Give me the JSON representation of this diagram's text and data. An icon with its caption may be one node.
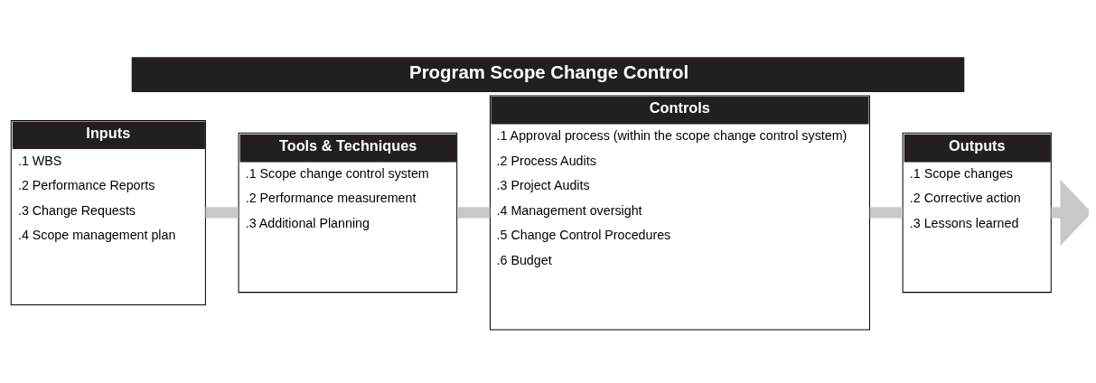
{
  "diagram": {
    "title": "Program Scope Change Control",
    "nodes": [
      {
        "text": [
          "Inputs",
          ".1 WBS",
          ".2 Performance Reports",
          ".3 Change Requests",
          ".4 Scope management plan"
        ]
      },
      {
        "text": [
          "Tools & Techniques",
          ".1 Scope change control system",
          ".2 Performance measurement",
          ".3 Additional Planning"
        ]
      },
      {
        "text": [
          "Controls",
          ".1 Approval process (within the scope change control system)",
          ".2 Process Audits",
          ".3 Project Audits",
          ".4 Management oversight",
          ".5 Change Control Procedures",
          ".6 Budget"
        ]
      },
      {
        "text": [
          "Outputs",
          ".1 Scope changes",
          ".2 Corrective action",
          ".3 Lessons learned"
        ]
      }
    ],
    "edges": [
      {
        "from": 0,
        "to": 1,
        "arrow": "none"
      },
      {
        "from": 1,
        "to": 2,
        "arrow": "none"
      },
      {
        "from": 2,
        "to": 3,
        "arrow": "none"
      },
      {
        "from": 3,
        "to": null,
        "arrow": "to"
      }
    ]
  }
}
